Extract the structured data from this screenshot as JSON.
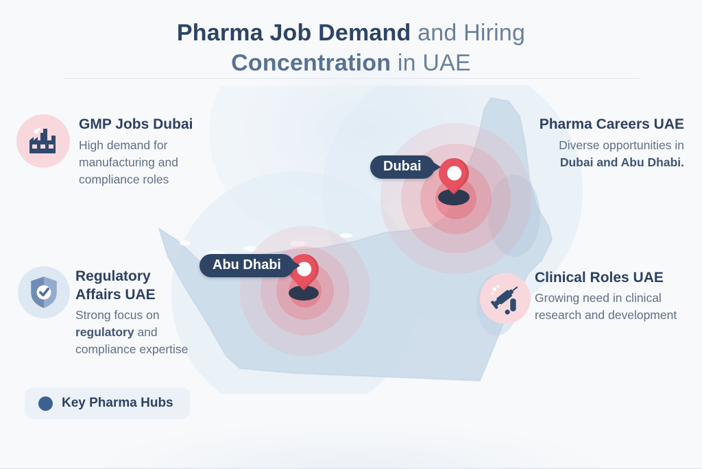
{
  "title": {
    "line1_strong": "Pharma Job Demand",
    "line1_light": " and Hiring",
    "line2_strong": "Concentration",
    "line2_light": " in UAE"
  },
  "blocks": {
    "gmp": {
      "heading": "GMP Jobs Dubai",
      "body": "High demand for manufacturing and compliance roles",
      "icon": "factory-icon"
    },
    "careers": {
      "heading": "Pharma Careers UAE",
      "body_line1": "Diverse opportunities in",
      "body_line2_bold": "Dubai and Abu Dhabi."
    },
    "regulatory": {
      "heading_line1": "Regulatory",
      "heading_line2": "Affairs UAE",
      "body_pre": "Strong focus on ",
      "body_bold": "regulatory",
      "body_post": " and compliance expertise",
      "icon": "shield-check-icon"
    },
    "clinical": {
      "heading": "Clinical Roles UAE",
      "body": "Growing need in clinical research and development",
      "icon": "syringe-icon"
    }
  },
  "map": {
    "region": "UAE",
    "markers": [
      {
        "label": "Dubai"
      },
      {
        "label": "Abu Dhabi"
      }
    ]
  },
  "legend": {
    "label": "Key Pharma Hubs"
  },
  "colors": {
    "accent_red": "#e85260",
    "navy": "#2e4464",
    "map_fill": "#c9d9e8",
    "hub_dot": "#3a6191",
    "pink_circle": "#f8d8dc",
    "blue_circle": "#dee8f2"
  }
}
